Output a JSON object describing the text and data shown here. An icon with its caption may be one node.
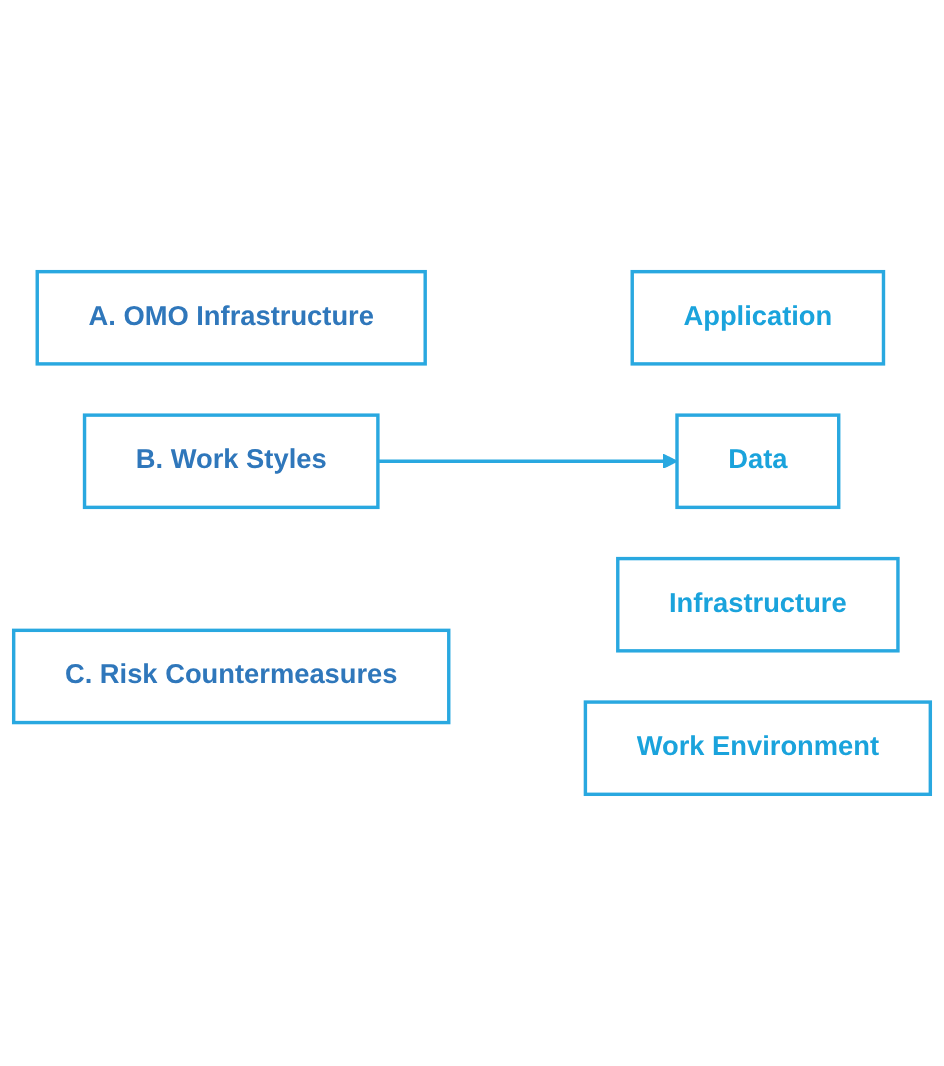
{
  "diagram": {
    "nodes": [
      {
        "text": [
          "A. OMO Infrastructure"
        ]
      },
      {
        "text": [
          "B. Work Styles"
        ]
      },
      {
        "text": [
          "C. Risk Countermeasures"
        ]
      },
      {
        "text": [
          "Application"
        ]
      },
      {
        "text": [
          "Data"
        ]
      },
      {
        "text": [
          "Infrastructure"
        ]
      },
      {
        "text": [
          "Work Environment"
        ]
      }
    ],
    "edges": [
      {
        "from": 1,
        "to": 4,
        "arrow": "to"
      }
    ]
  }
}
